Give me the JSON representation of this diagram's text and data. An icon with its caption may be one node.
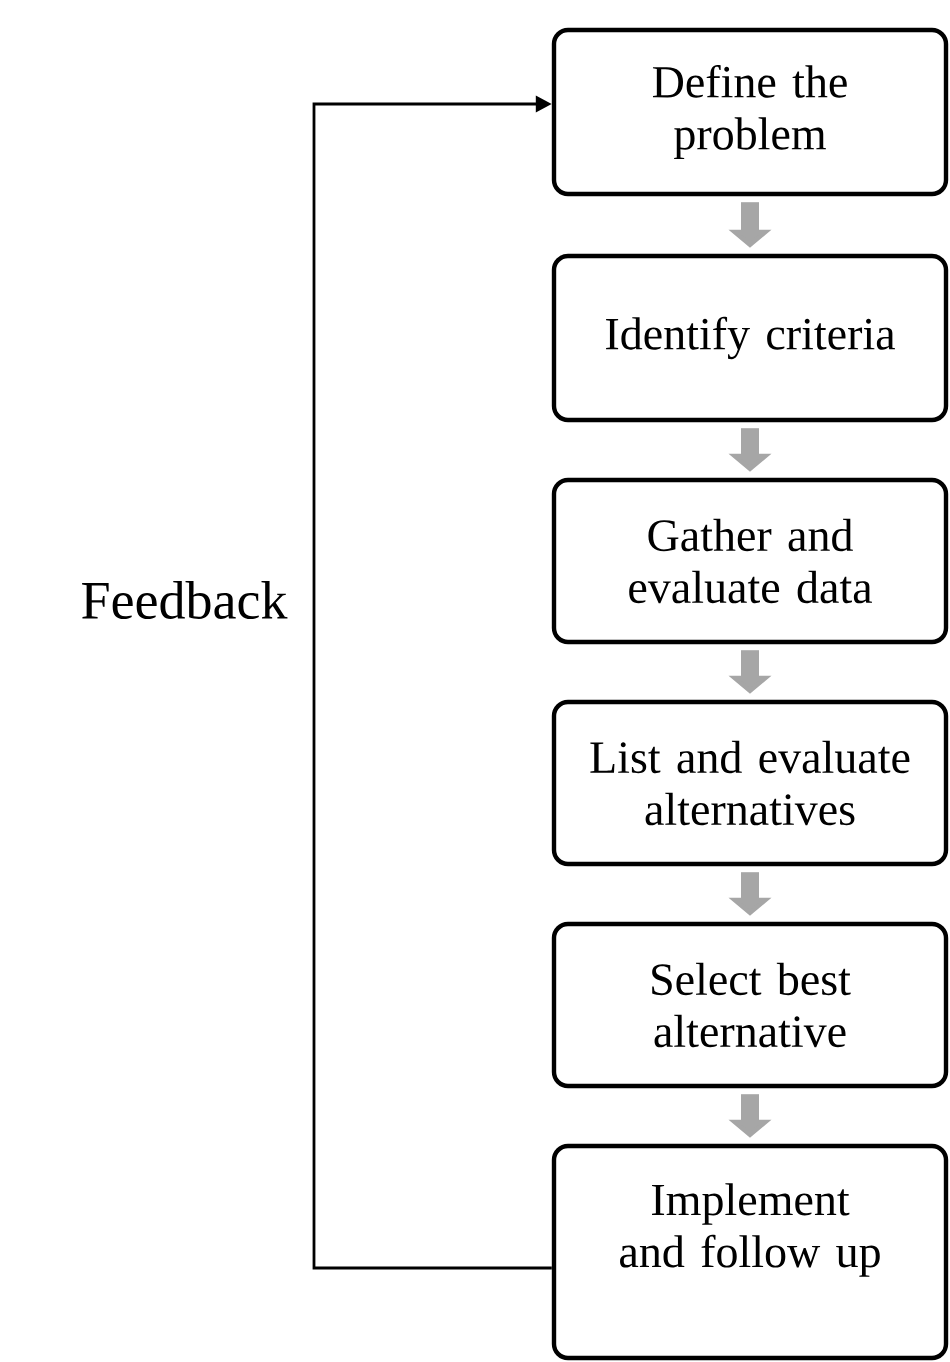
{
  "diagram": {
    "nodes": [
      {
        "text": [
          "Define the problem"
        ]
      },
      {
        "text": [
          "Identify criteria"
        ]
      },
      {
        "text": [
          "Gather and evaluate data"
        ]
      },
      {
        "text": [
          "List and evaluate alternatives"
        ]
      },
      {
        "text": [
          "Select best alternative"
        ]
      },
      {
        "text": [
          "Implement and follow up"
        ]
      }
    ],
    "edges": [
      {
        "from": 0,
        "to": 1,
        "arrow": "to"
      },
      {
        "from": 1,
        "to": 2,
        "arrow": "to"
      },
      {
        "from": 2,
        "to": 3,
        "arrow": "to"
      },
      {
        "from": 3,
        "to": 4,
        "arrow": "to"
      },
      {
        "from": 4,
        "to": 5,
        "arrow": "to"
      },
      {
        "from": 5,
        "to": 0,
        "arrow": "to",
        "color": "#000000"
      }
    ],
    "labels": [
      "Feedback"
    ]
  }
}
